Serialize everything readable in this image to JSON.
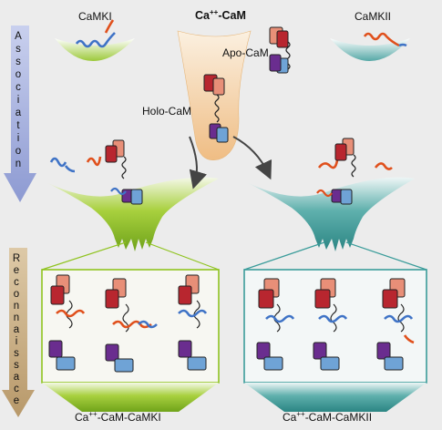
{
  "labels": {
    "camki": "CaMKI",
    "camkii": "CaMKII",
    "ca_cam_prefix": "Ca",
    "ca_cam_sup": "++",
    "ca_cam_suffix": "-CaM",
    "apo_cam": "Apo-CaM",
    "holo_cam": "Holo-CaM",
    "association": "Association",
    "reconnaissace": "Reconnaissace",
    "complex_i_prefix": "Ca",
    "complex_i_sup": "++",
    "complex_i_suffix": "-CaM-CaMKI",
    "complex_ii_prefix": "Ca",
    "complex_ii_sup": "++",
    "complex_ii_suffix": "-CaM-CaMKII"
  },
  "colors": {
    "background": "#ececec",
    "green_funnel": "#8fc31f",
    "teal_funnel": "#3a9c9a",
    "orange_funnel": "#f0c28a",
    "arrow_blue": "#a9b4dc",
    "arrow_tan": "#c7ad84",
    "lobe_red": "#b8262f",
    "lobe_salmon": "#e88f78",
    "lobe_purple": "#6a2d8f",
    "lobe_blue": "#6fa3d6",
    "peptide_orange": "#e0501c",
    "peptide_blue": "#3f73c6"
  }
}
